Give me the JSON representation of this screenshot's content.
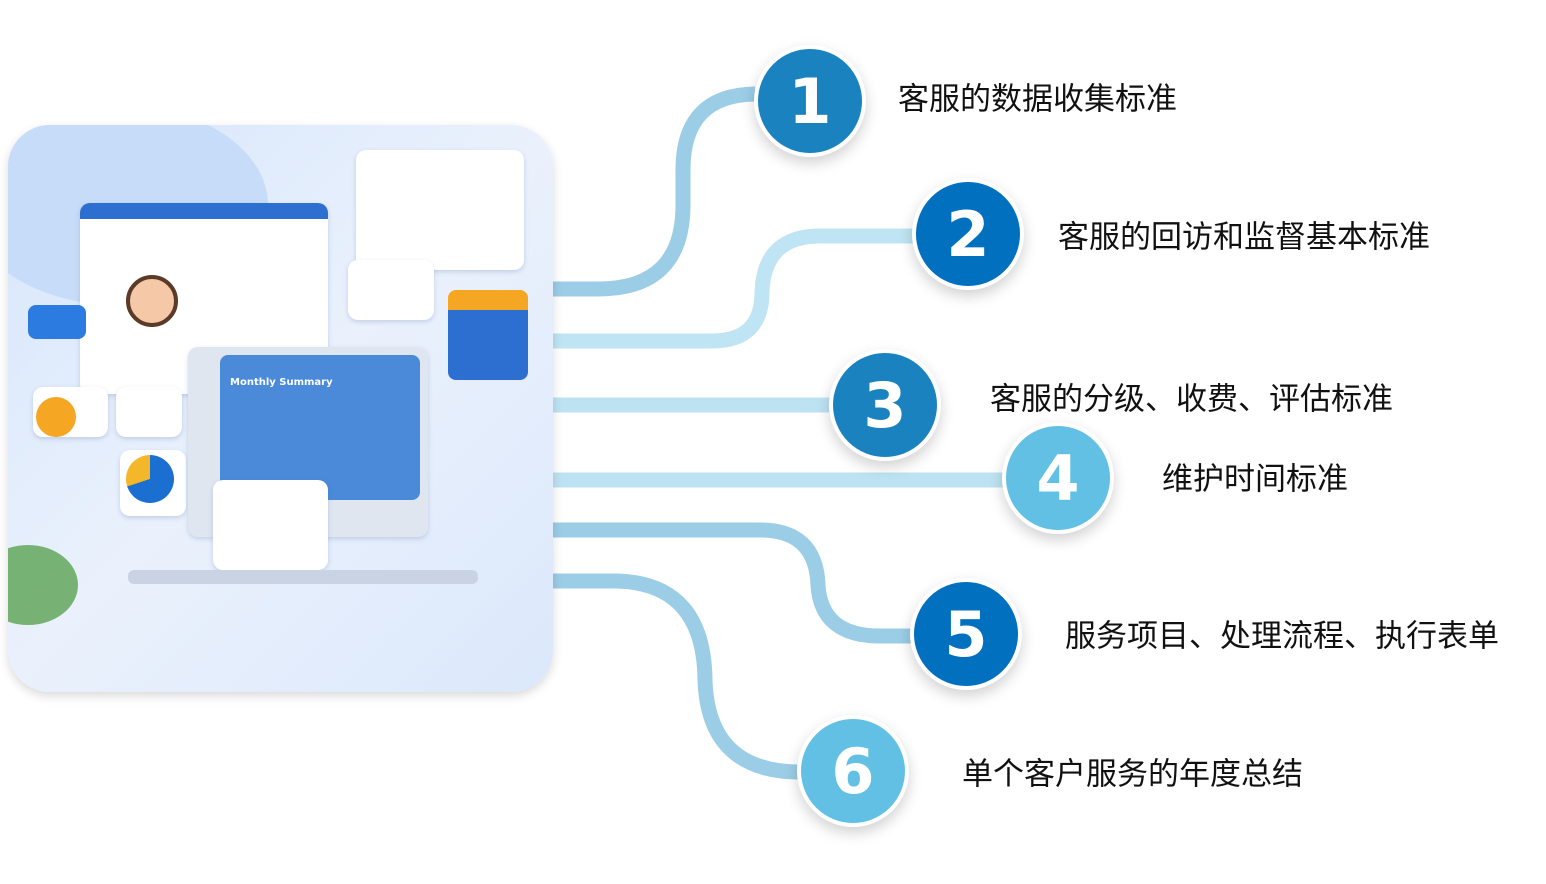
{
  "illustration": {
    "screen_title": "Monthly Summary"
  },
  "items": [
    {
      "number": "1",
      "label": "客服的数据收集标准",
      "color": "#1a82bf"
    },
    {
      "number": "2",
      "label": "客服的回访和监督基本标准",
      "color": "#0070bf"
    },
    {
      "number": "3",
      "label": "客服的分级、收费、评估标准",
      "color": "#1a82bf"
    },
    {
      "number": "4",
      "label": "维护时间标准",
      "color": "#62c0e4"
    },
    {
      "number": "5",
      "label": "服务项目、处理流程、执行表单",
      "color": "#0070bf"
    },
    {
      "number": "6",
      "label": "单个客户服务的年度总结",
      "color": "#62c0e4"
    }
  ]
}
